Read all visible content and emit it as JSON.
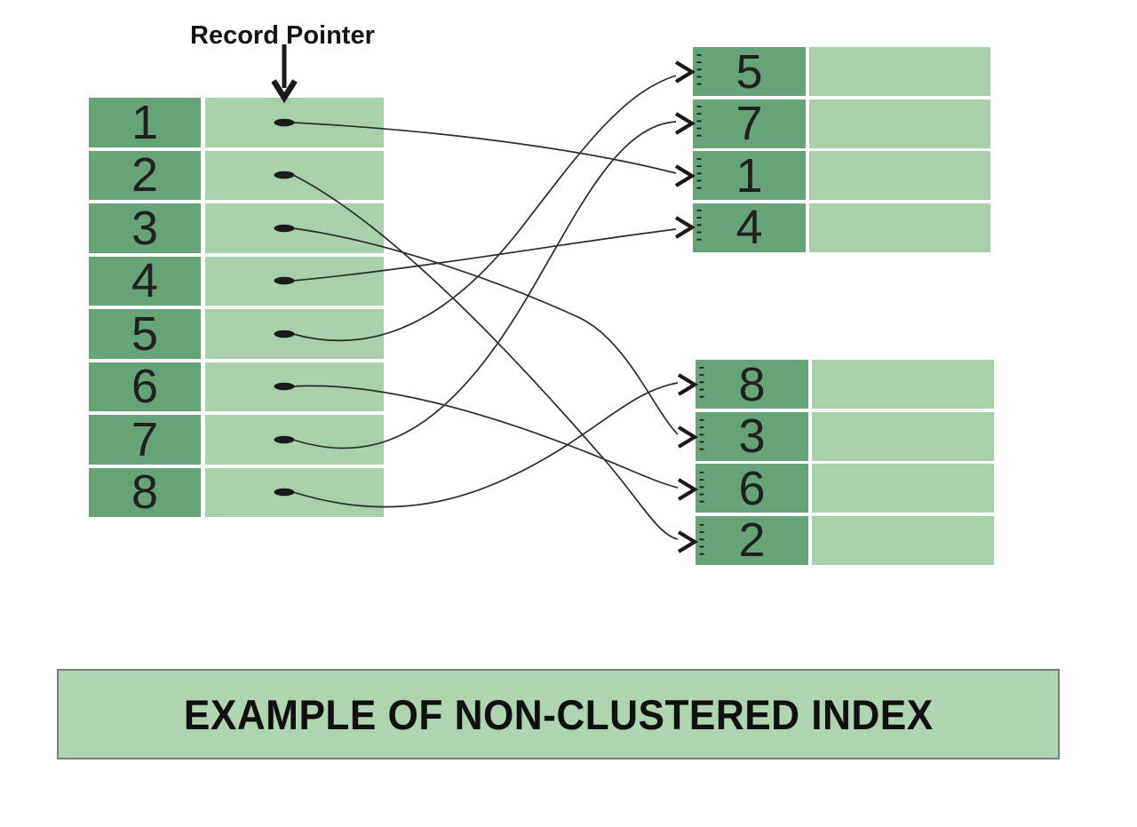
{
  "record_pointer": {
    "label": "Record Pointer"
  },
  "caption": {
    "text": "EXAMPLE OF NON-CLUSTERED INDEX"
  },
  "index_table": {
    "rows": [
      {
        "key": "1"
      },
      {
        "key": "2"
      },
      {
        "key": "3"
      },
      {
        "key": "4"
      },
      {
        "key": "5"
      },
      {
        "key": "6"
      },
      {
        "key": "7"
      },
      {
        "key": "8"
      }
    ]
  },
  "data_page_top": {
    "rows": [
      {
        "key": "5"
      },
      {
        "key": "7"
      },
      {
        "key": "1"
      },
      {
        "key": "4"
      }
    ]
  },
  "data_page_bottom": {
    "rows": [
      {
        "key": "8"
      },
      {
        "key": "3"
      },
      {
        "key": "6"
      },
      {
        "key": "2"
      }
    ]
  },
  "connections": [
    {
      "from_index_key": "1",
      "to_page": "top",
      "to_row_key": "1"
    },
    {
      "from_index_key": "2",
      "to_page": "bottom",
      "to_row_key": "2"
    },
    {
      "from_index_key": "3",
      "to_page": "bottom",
      "to_row_key": "3"
    },
    {
      "from_index_key": "4",
      "to_page": "top",
      "to_row_key": "4"
    },
    {
      "from_index_key": "5",
      "to_page": "top",
      "to_row_key": "5"
    },
    {
      "from_index_key": "6",
      "to_page": "bottom",
      "to_row_key": "6"
    },
    {
      "from_index_key": "7",
      "to_page": "top",
      "to_row_key": "7"
    },
    {
      "from_index_key": "8",
      "to_page": "bottom",
      "to_row_key": "8"
    }
  ],
  "colors": {
    "key_cell_green": "#66a377",
    "data_cell_green": "#a8d1aa",
    "caption_background": "#aed5b0",
    "caption_border": "#7d7d7d",
    "line_black": "#2b2b2b"
  }
}
